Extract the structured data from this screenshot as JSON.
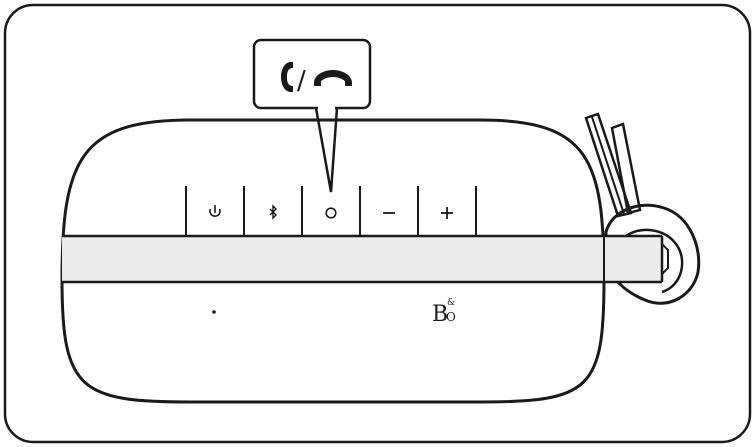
{
  "device": {
    "buttons": [
      {
        "id": "power",
        "icon": "power-icon",
        "glyph": ""
      },
      {
        "id": "bluetooth",
        "icon": "bluetooth-icon",
        "glyph": ""
      },
      {
        "id": "call",
        "icon": "circle-button-icon",
        "glyph": ""
      },
      {
        "id": "volume-down",
        "icon": "minus-icon",
        "glyph": "−"
      },
      {
        "id": "volume-up",
        "icon": "plus-icon",
        "glyph": "+"
      }
    ],
    "logo": {
      "main": "B",
      "super": "&",
      "sub": "O"
    }
  },
  "callout": {
    "icons": [
      "phone-answer-icon",
      "phone-hangup-icon"
    ],
    "separator": "/"
  },
  "colors": {
    "ink": "#1a1a1a",
    "frame_fill": "#ffffff",
    "device_fill": "#f0f0f0",
    "strap_fill": "#ebebeb"
  }
}
